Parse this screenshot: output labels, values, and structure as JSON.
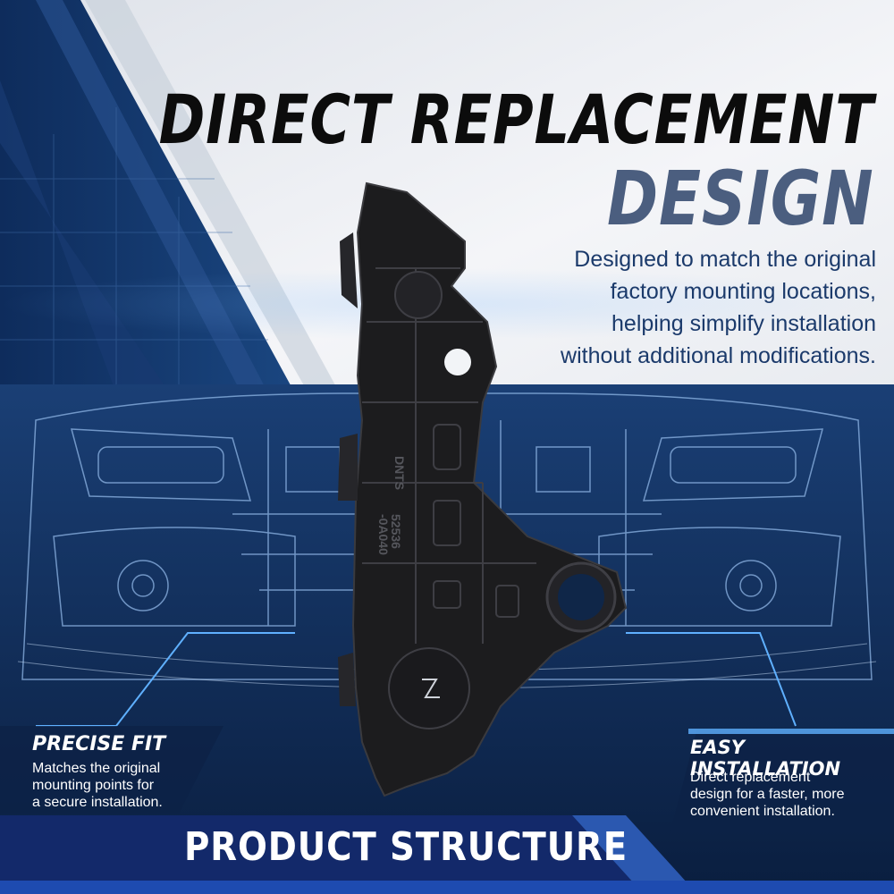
{
  "headline": {
    "line1": "DIRECT REPLACEMENT",
    "line2": "DESIGN"
  },
  "description": [
    "Designed to match the original",
    "factory mounting locations,",
    "helping simplify installation",
    "without additional modifications."
  ],
  "callouts": {
    "precise_fit": {
      "title": "PRECISE FIT",
      "text": [
        "Matches the original",
        "mounting points for",
        "a secure installation."
      ]
    },
    "easy_installation": {
      "title": "EASY INSTALLATION",
      "text": [
        "Direct replacement",
        "design for a faster, more",
        "convenient installation."
      ]
    }
  },
  "banner": {
    "label": "PRODUCT STRUCTURE"
  },
  "part_markings": {
    "text1": "DNTS",
    "text2": "52536",
    "text3": "-0A040"
  },
  "colors": {
    "headline_dark": "#0c0c0c",
    "headline_accent": "#4b5e7f",
    "description": "#1b3a6b",
    "banner": "#13296a",
    "background_blue": "#0b2244"
  }
}
